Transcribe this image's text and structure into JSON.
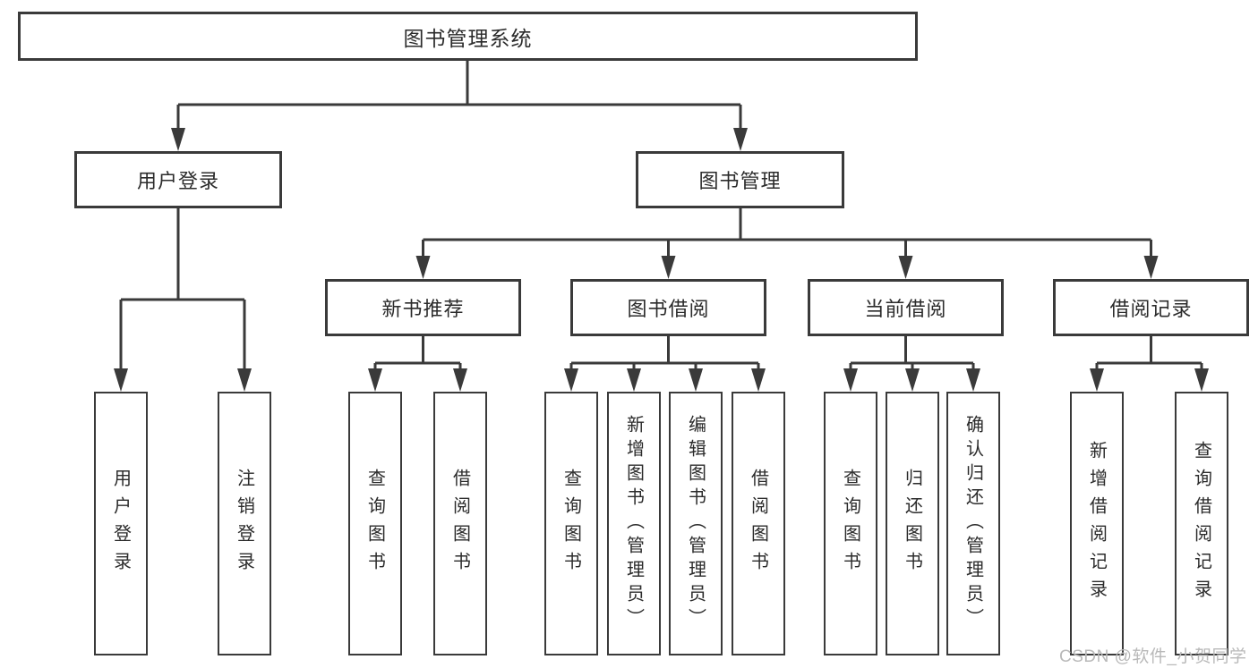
{
  "diagram": {
    "type": "hierarchy-tree",
    "root": {
      "label": "图书管理系统",
      "children": [
        {
          "label": "用户登录",
          "children": [
            {
              "label": "用户登录"
            },
            {
              "label": "注销登录"
            }
          ]
        },
        {
          "label": "图书管理",
          "children": [
            {
              "label": "新书推荐",
              "children": [
                {
                  "label": "查询图书"
                },
                {
                  "label": "借阅图书"
                }
              ]
            },
            {
              "label": "图书借阅",
              "children": [
                {
                  "label": "查询图书"
                },
                {
                  "label": "新增图书（管理员）"
                },
                {
                  "label": "编辑图书（管理员）"
                },
                {
                  "label": "借阅图书"
                }
              ]
            },
            {
              "label": "当前借阅",
              "children": [
                {
                  "label": "查询图书"
                },
                {
                  "label": "归还图书"
                },
                {
                  "label": "确认归还（管理员）"
                }
              ]
            },
            {
              "label": "借阅记录",
              "children": [
                {
                  "label": "新增借阅记录"
                },
                {
                  "label": "查询借阅记录"
                }
              ]
            }
          ]
        }
      ]
    }
  },
  "watermark": {
    "text": "CSDN @软件_小贺同学"
  },
  "colors": {
    "background": "#ffffff",
    "line": "#3a3a3a",
    "box_border": "#3a3a3a",
    "text": "#2b2b2b",
    "watermark": "#b9b9b9"
  }
}
